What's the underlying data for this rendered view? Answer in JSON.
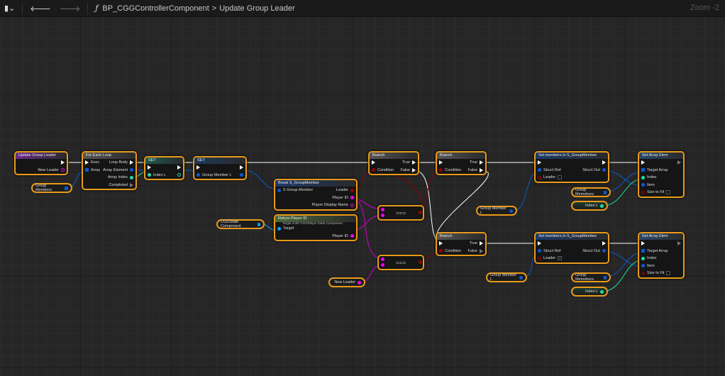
{
  "toolbar": {
    "breadcrumb_root": "BP_CGGControllerComponent",
    "breadcrumb_sep": ">",
    "breadcrumb_current": "Update Group Leader",
    "zoom": "Zoom -2",
    "function_icon": "ƒ"
  },
  "colors": {
    "selected_border": "#e89a1a",
    "exec": "#ffffff",
    "struct": "#0a5ad0",
    "int": "#1fe0a0",
    "bool": "#9a0000",
    "string": "#f000f0",
    "object": "#00a8f0"
  },
  "nodes": [
    {
      "id": "entry",
      "title": "Update Group Leader",
      "header": "#6a2a8a",
      "inputs": [],
      "outputs": [
        {
          "label": "",
          "type": "exec"
        },
        {
          "label": "New Leader",
          "type": "string-hollow"
        }
      ]
    },
    {
      "id": "foreach",
      "title": "For Each Loop",
      "header": "#555",
      "inputs": [
        {
          "label": "Exec",
          "type": "exec"
        },
        {
          "label": "Array",
          "type": "array"
        }
      ],
      "outputs": [
        {
          "label": "Loop Body",
          "type": "exec"
        },
        {
          "label": "Array Element",
          "type": "struct"
        },
        {
          "label": "Array Index",
          "type": "int"
        },
        {
          "label": "Completed",
          "type": "exec-hollow"
        }
      ]
    },
    {
      "id": "set1",
      "title": "SET",
      "header": "#1c5a50",
      "inputs": [
        {
          "label": "",
          "type": "exec"
        },
        {
          "label": "Index L",
          "type": "int"
        }
      ],
      "outputs": [
        {
          "label": "",
          "type": "exec"
        },
        {
          "label": "",
          "type": "int-hollow"
        }
      ]
    },
    {
      "id": "set2",
      "title": "SET",
      "header": "#1c3a5a",
      "inputs": [
        {
          "label": "",
          "type": "exec"
        },
        {
          "label": "Group Member L",
          "type": "struct"
        }
      ],
      "outputs": [
        {
          "label": "",
          "type": "exec"
        },
        {
          "label": "",
          "type": "struct"
        }
      ]
    },
    {
      "id": "break",
      "title": "Break S_GroupMember",
      "header": "#1c3a6a",
      "inputs": [
        {
          "label": "S Group Member",
          "type": "struct"
        }
      ],
      "outputs": [
        {
          "label": "Leader",
          "type": "bool"
        },
        {
          "label": "Player ID",
          "type": "string"
        },
        {
          "label": "Player Display Name",
          "type": "string-hollow"
        }
      ]
    },
    {
      "id": "ret",
      "title": "Return Player ID",
      "subtitle": "Target is BP CGGPlayer State Component",
      "header": "#4a6a3a",
      "inputs": [
        {
          "label": "Target",
          "type": "object"
        }
      ],
      "outputs": [
        {
          "label": "",
          "type": "none"
        },
        {
          "label": "Player ID",
          "type": "string"
        }
      ]
    },
    {
      "id": "branch1",
      "title": "Branch",
      "header": "#555",
      "inputs": [
        {
          "label": "",
          "type": "exec"
        },
        {
          "label": "Condition",
          "type": "bool"
        }
      ],
      "outputs": [
        {
          "label": "True",
          "type": "exec"
        },
        {
          "label": "False",
          "type": "exec"
        }
      ]
    },
    {
      "id": "branch2",
      "title": "Branch",
      "header": "#555",
      "inputs": [
        {
          "label": "",
          "type": "exec"
        },
        {
          "label": "Condition",
          "type": "bool"
        }
      ],
      "outputs": [
        {
          "label": "True",
          "type": "exec"
        },
        {
          "label": "False",
          "type": "exec"
        }
      ]
    },
    {
      "id": "branch3",
      "title": "Branch",
      "header": "#555",
      "inputs": [
        {
          "label": "",
          "type": "exec"
        },
        {
          "label": "Condition",
          "type": "bool"
        }
      ],
      "outputs": [
        {
          "label": "True",
          "type": "exec"
        },
        {
          "label": "False",
          "type": "exec-hollow"
        }
      ]
    },
    {
      "id": "setm1",
      "title": "Set members in S_GroupMember",
      "header": "#1c3a6a",
      "inputs": [
        {
          "label": "",
          "type": "exec"
        },
        {
          "label": "Struct Ref",
          "type": "struct"
        },
        {
          "label": "Leader",
          "type": "bool-check"
        }
      ],
      "outputs": [
        {
          "label": "",
          "type": "exec"
        },
        {
          "label": "Struct Out",
          "type": "struct"
        }
      ]
    },
    {
      "id": "setm2",
      "title": "Set members in S_GroupMember",
      "header": "#1c3a6a",
      "inputs": [
        {
          "label": "",
          "type": "exec"
        },
        {
          "label": "Struct Ref",
          "type": "struct"
        },
        {
          "label": "Leader",
          "type": "bool-checked"
        }
      ],
      "outputs": [
        {
          "label": "",
          "type": "exec"
        },
        {
          "label": "Struct Out",
          "type": "struct"
        }
      ]
    },
    {
      "id": "sae1",
      "title": "Set Array Elem",
      "header": "#2a4a6a",
      "inputs": [
        {
          "label": "",
          "type": "exec"
        },
        {
          "label": "Target Array",
          "type": "array"
        },
        {
          "label": "Index",
          "type": "int"
        },
        {
          "label": "Item",
          "type": "struct"
        },
        {
          "label": "Size to Fit",
          "type": "bool-check"
        }
      ],
      "outputs": [
        {
          "label": "",
          "type": "exec-hollow"
        }
      ]
    },
    {
      "id": "sae2",
      "title": "Set Array Elem",
      "header": "#2a4a6a",
      "inputs": [
        {
          "label": "",
          "type": "exec"
        },
        {
          "label": "Target Array",
          "type": "array"
        },
        {
          "label": "Index",
          "type": "int"
        },
        {
          "label": "Item",
          "type": "struct"
        },
        {
          "label": "Size to Fit",
          "type": "bool-check"
        }
      ],
      "outputs": [
        {
          "label": "",
          "type": "exec-hollow"
        }
      ]
    }
  ],
  "compare": [
    {
      "label": "==="
    },
    {
      "label": "==="
    }
  ],
  "vars": [
    {
      "label": "Group Members",
      "type": "array"
    },
    {
      "label": "CGGState Component",
      "type": "object"
    },
    {
      "label": "New Leader",
      "type": "string"
    },
    {
      "label": "Group Member L",
      "type": "struct"
    },
    {
      "label": "Group Memebers",
      "type": "array"
    },
    {
      "label": "Index L",
      "type": "int"
    },
    {
      "label": "Group Member L",
      "type": "struct"
    },
    {
      "label": "Group Memebers",
      "type": "array"
    },
    {
      "label": "Index L",
      "type": "int"
    }
  ]
}
